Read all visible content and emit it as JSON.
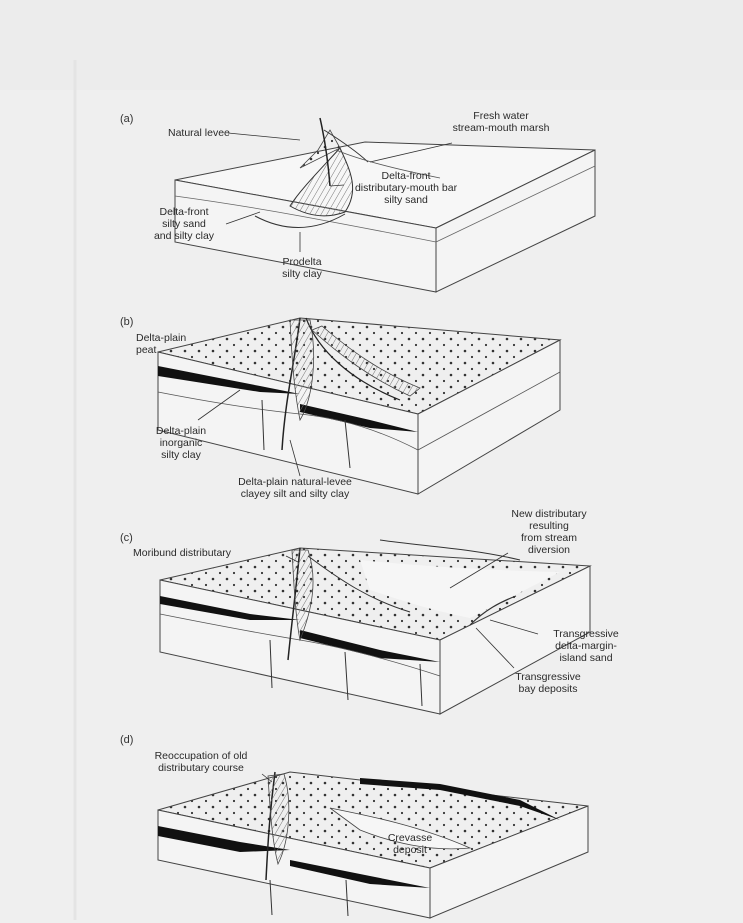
{
  "panels": [
    {
      "letter": "(a)",
      "labels": {
        "natural_levee": "Natural levee",
        "fresh_water": "Fresh water\nstream-mouth marsh",
        "mouth_bar": "Delta-front\ndistributary-mouth bar\nsilty sand",
        "front_sand": "Delta-front\nsilty sand\nand silty clay",
        "prodelta": "Prodelta\nsilty clay"
      }
    },
    {
      "letter": "(b)",
      "labels": {
        "peat": "Delta-plain\npeat",
        "inorganic": "Delta-plain\ninorganic\nsilty clay",
        "levee": "Delta-plain natural-levee\nclayey silt and silty clay"
      }
    },
    {
      "letter": "(c)",
      "labels": {
        "moribund": "Moribund distributary",
        "new_dist": "New distributary\nresulting\nfrom stream\ndiversion",
        "margin_sand": "Transgressive\ndelta-margin-\nisland sand",
        "bay": "Transgressive\nbay deposits"
      }
    },
    {
      "letter": "(d)",
      "labels": {
        "reoccupation": "Reoccupation of old\ndistributary course",
        "crevasse": "Crevasse\ndeposit"
      }
    }
  ]
}
